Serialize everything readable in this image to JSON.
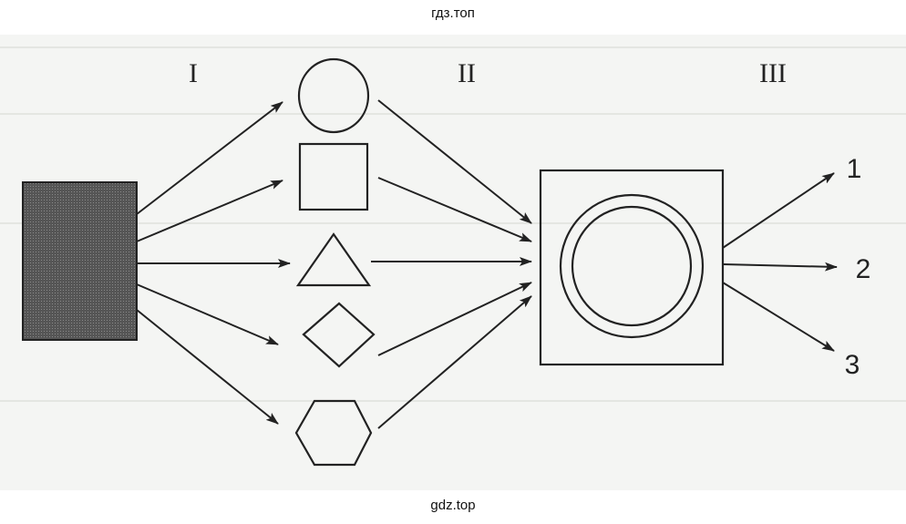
{
  "watermarks": {
    "top": "гдз.топ",
    "bottom": "gdz.top"
  },
  "stage_labels": [
    "I",
    "II",
    "III"
  ],
  "output_labels": [
    "1",
    "2",
    "3"
  ],
  "shapes": [
    "circle",
    "square",
    "triangle",
    "diamond",
    "hexagon"
  ],
  "colors": {
    "ink": "#222222",
    "source_fill": "#4a4a4a",
    "paper": "#f4f5f3"
  }
}
